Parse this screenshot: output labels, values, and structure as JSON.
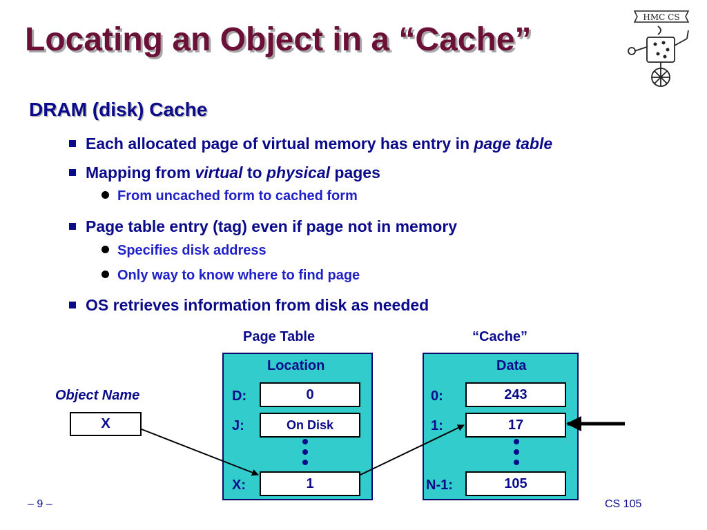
{
  "title": "Locating an Object in a “Cache”",
  "section": "DRAM (disk) Cache",
  "bullets": {
    "b1": {
      "pre": "Each allocated page of virtual memory has entry in ",
      "em": "page table"
    },
    "b2": {
      "pre": "Mapping from ",
      "em1": "virtual",
      "mid": " to ",
      "em2": "physical",
      "post": " pages"
    },
    "b2_sub1": "From uncached form to cached form",
    "b3": "Page table entry (tag) even if page not in memory",
    "b3_sub1": "Specifies disk address",
    "b3_sub2": "Only way to know where to find page",
    "b4": "OS retrieves information from disk as needed"
  },
  "diagram": {
    "object_name_label": "Object Name",
    "object_value": "X",
    "page_table": {
      "caption": "Page Table",
      "header": "Location",
      "rows": [
        {
          "label": "D:",
          "value": "0"
        },
        {
          "label": "J:",
          "value": "On Disk"
        },
        {
          "label": "X:",
          "value": "1"
        }
      ]
    },
    "cache": {
      "caption": "“Cache”",
      "header": "Data",
      "rows": [
        {
          "label": "0:",
          "value": "243"
        },
        {
          "label": "1:",
          "value": "17"
        },
        {
          "label": "N-1:",
          "value": "105"
        }
      ]
    }
  },
  "footer": {
    "page": "– 9 –",
    "course": "CS 105"
  },
  "logo": {
    "text": "HMC CS",
    "icon": "hmc-cs-robot-logo"
  },
  "colors": {
    "title": "#6b1138",
    "text": "#0a0a8a",
    "sub_text": "#2020c8",
    "panel": "#33cccc"
  }
}
